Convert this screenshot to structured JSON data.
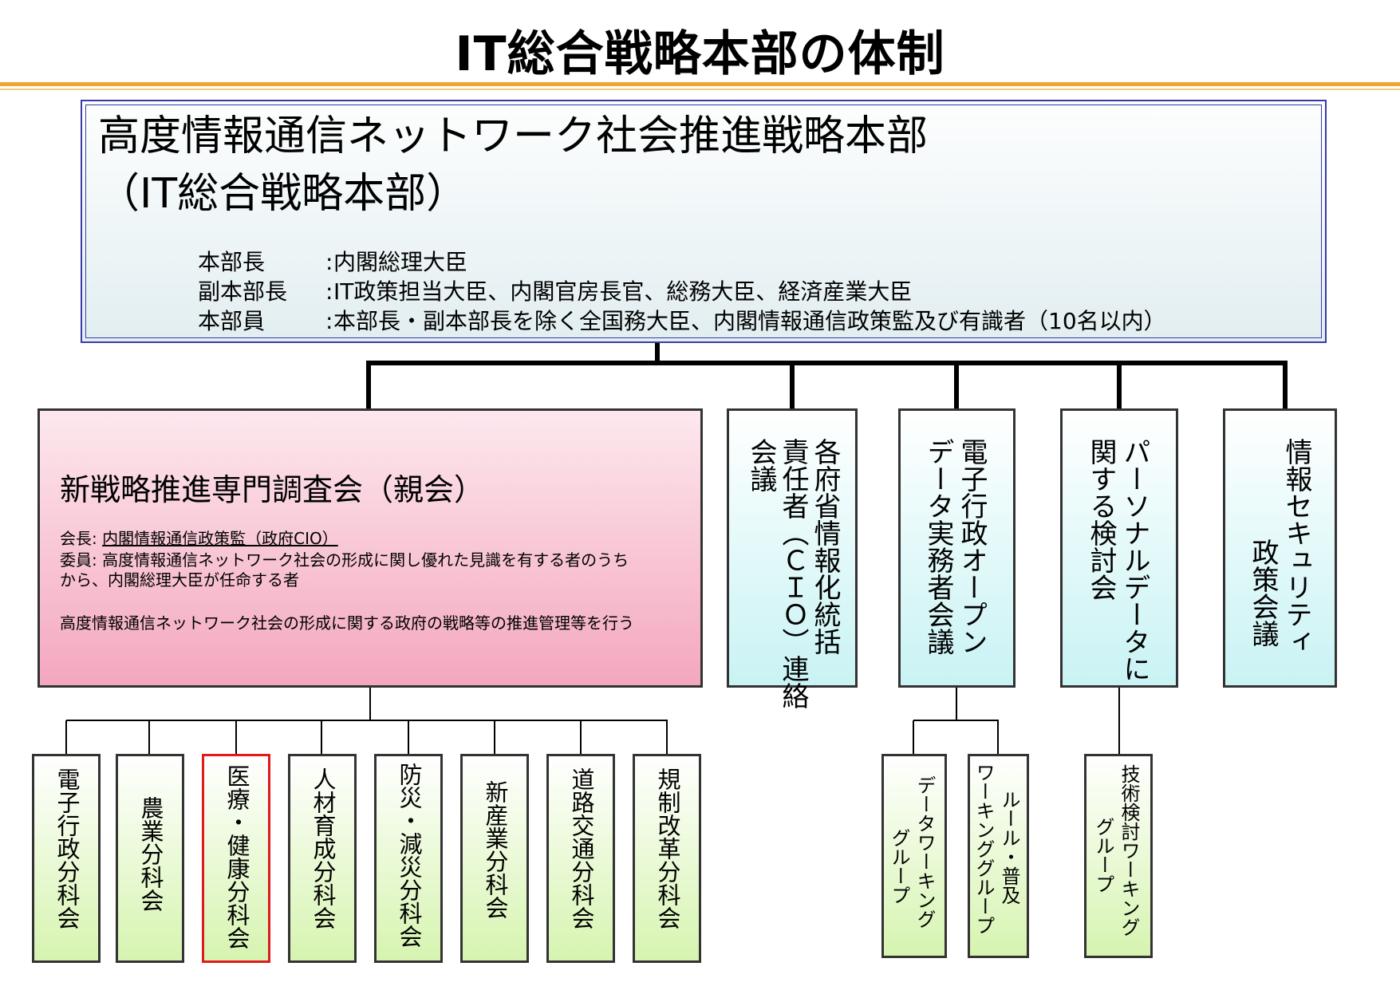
{
  "page_title": "IT総合戦略本部の体制",
  "headquarters": {
    "name": "高度情報通信ネットワーク社会推進戦略本部",
    "abbr": "（IT総合戦略本部）",
    "rows": [
      {
        "role": "本部長",
        "sep": ":",
        "members": "内閣総理大臣"
      },
      {
        "role": "副本部長",
        "sep": ":",
        "members": "IT政策担当大臣、内閣官房長官、総務大臣、経済産業大臣"
      },
      {
        "role": "本部員",
        "sep": ":",
        "members": "本部長・副本部長を除く全国務大臣、内閣情報通信政策監及び有識者（10名以内）"
      }
    ]
  },
  "council": {
    "title": "新戦略推進専門調査会（親会）",
    "chair_label": "会長: ",
    "chair_value": "内閣情報通信政策監（政府CIO）",
    "member_line1": "委員: 高度情報通信ネットワーク社会の形成に関し優れた見識を有する者のうち",
    "member_line2": "から、内閣総理大臣が任命する者",
    "purpose": "高度情報通信ネットワーク社会の形成に関する政府の戦略等の推進管理等を行う"
  },
  "councils": [
    {
      "col1": "各府省情報化統括",
      "col2": "責任者（ＣＩＯ）連絡",
      "col3": "会議"
    },
    {
      "col1": "電子行政オープン",
      "col2": "データ実務者会議"
    },
    {
      "col1": "パーソナルデータに",
      "col2": "関する検討会"
    },
    {
      "col1": "情報セキュリティ",
      "col2": "政策会議"
    }
  ],
  "subcommittees": [
    {
      "col1": "電子行政分科会",
      "highlight": false
    },
    {
      "col1": "農業分科会",
      "highlight": false
    },
    {
      "col1": "医療・健康分科会",
      "highlight": true
    },
    {
      "col1": "人材育成分科会",
      "highlight": false
    },
    {
      "col1": "防災・減災分科会",
      "highlight": false
    },
    {
      "col1": "新産業分科会",
      "highlight": false
    },
    {
      "col1": "道路交通分科会",
      "highlight": false
    },
    {
      "col1": "規制改革分科会",
      "highlight": false
    }
  ],
  "working_groups": [
    {
      "col1": "データワーキング",
      "col2": "グループ"
    },
    {
      "col1": "ルール・普及",
      "col2": "ワーキンググループ"
    },
    {
      "col1": "技術検討ワーキング",
      "col2": "グループ"
    }
  ],
  "colors": {
    "accent_rule": "#f2a531",
    "hq_border": "#3a3aa8",
    "highlight_border": "#e0191c"
  }
}
